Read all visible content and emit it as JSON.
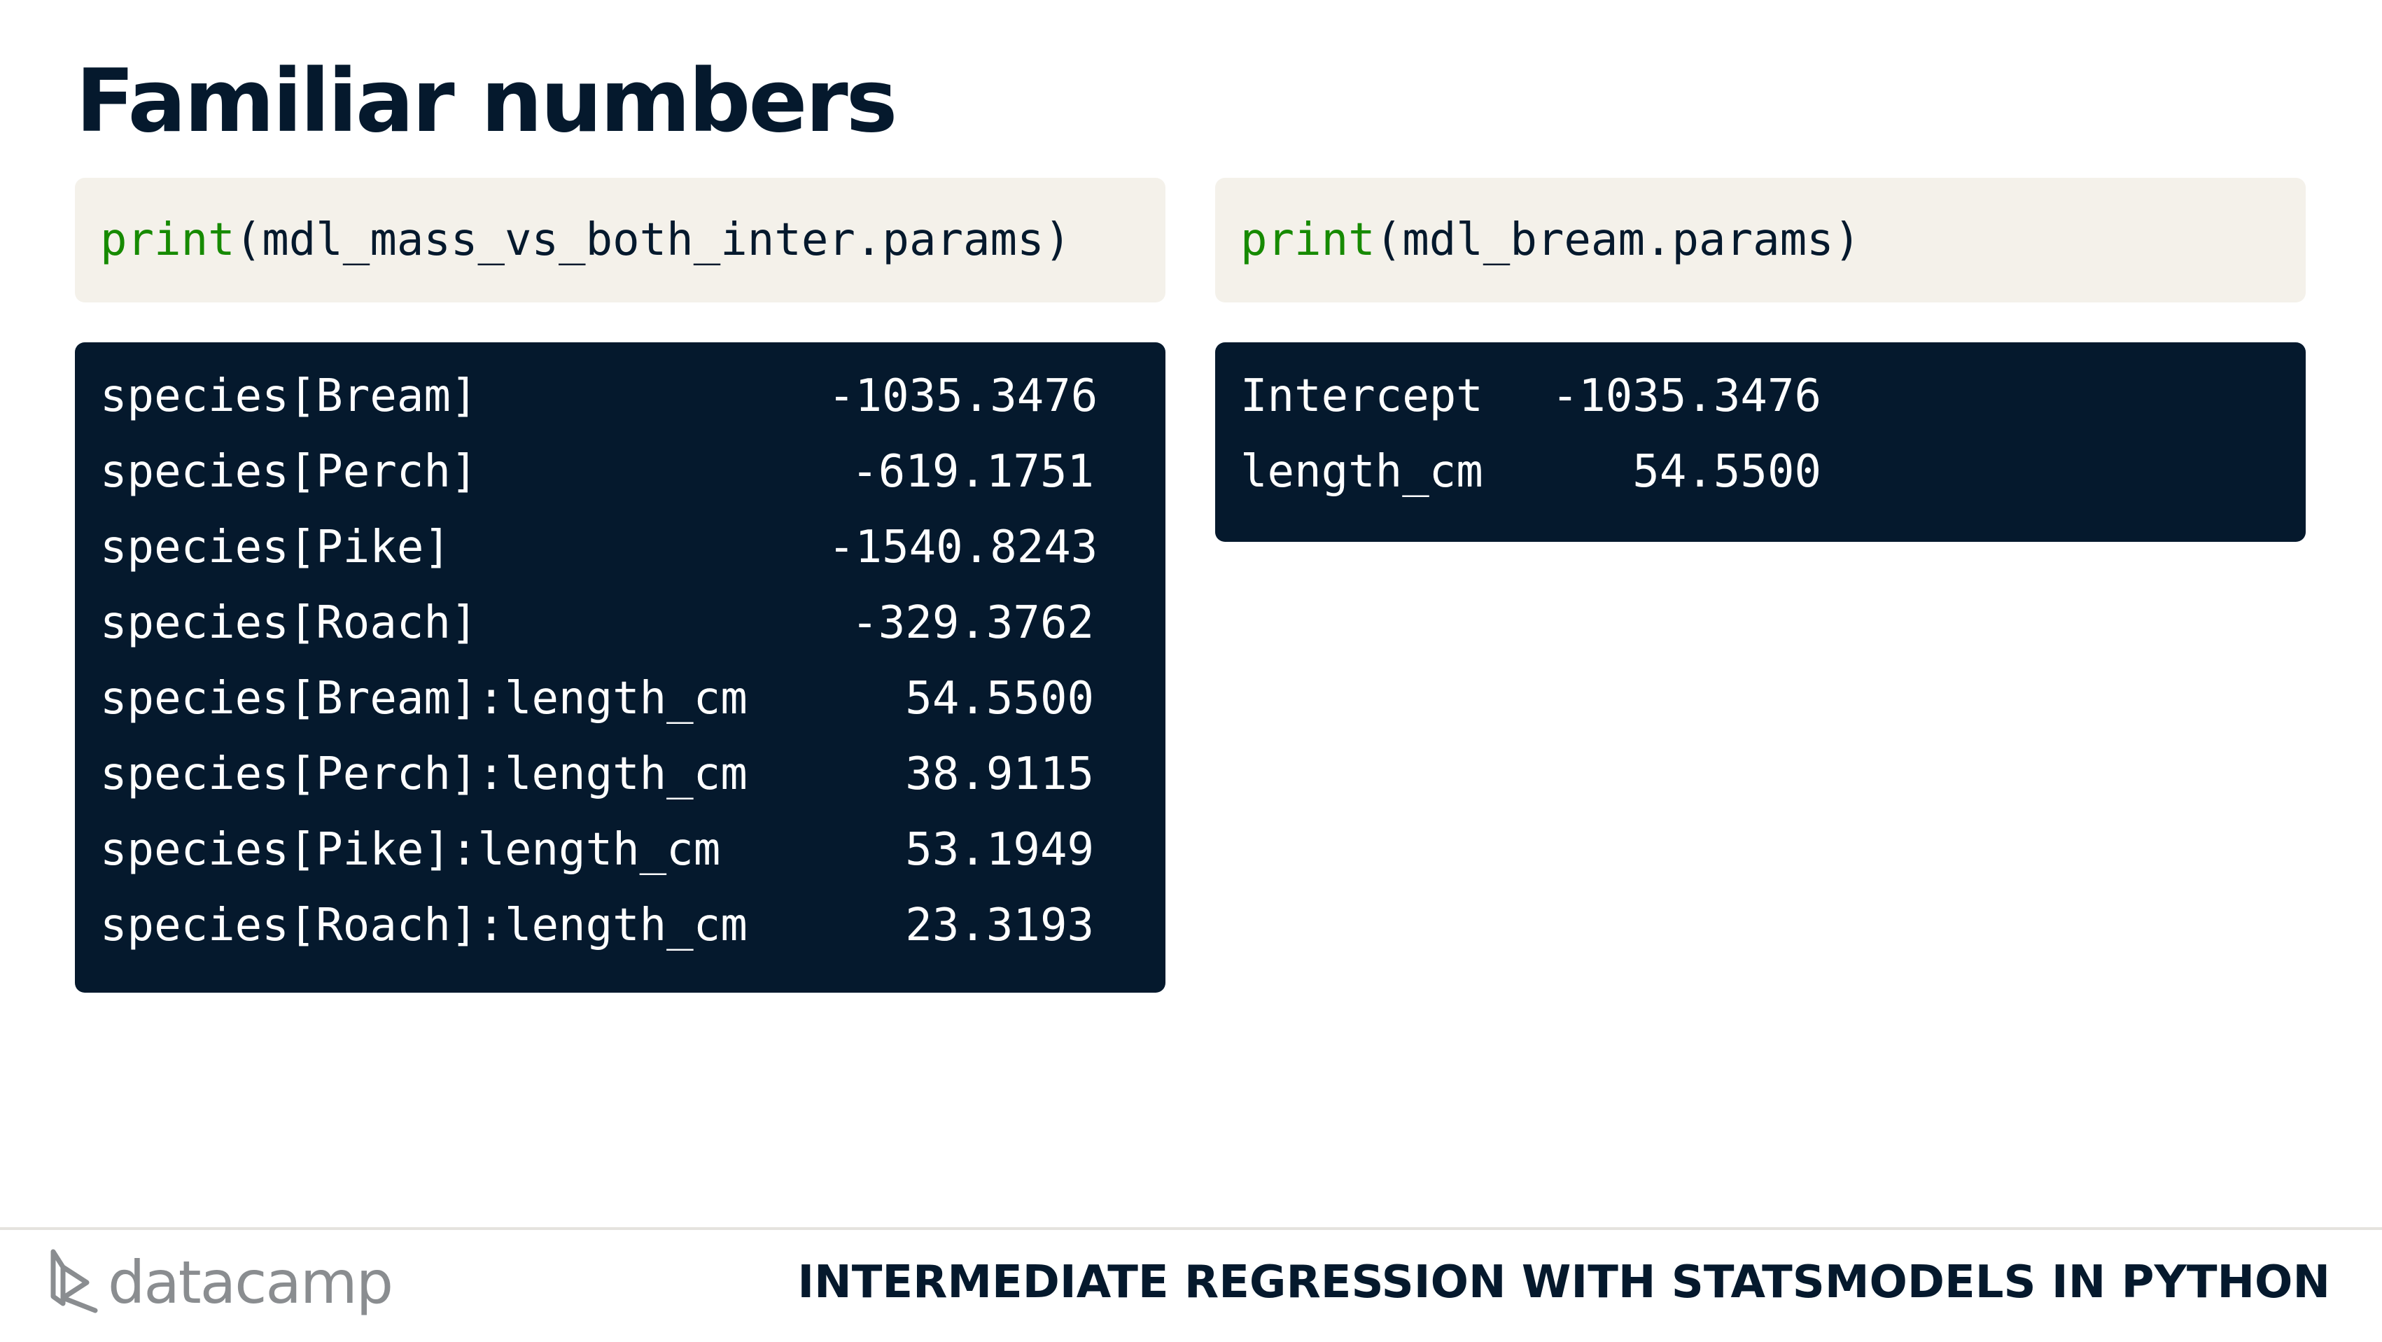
{
  "slide": {
    "title": "Familiar numbers"
  },
  "code_left": {
    "func": "print",
    "args": "(mdl_mass_vs_both_inter.params)"
  },
  "code_right": {
    "func": "print",
    "args": "(mdl_bream.params)"
  },
  "output_left": {
    "rows": [
      {
        "name": "species[Bream]",
        "value": "-1035.3476"
      },
      {
        "name": "species[Perch]",
        "value": "-619.1751"
      },
      {
        "name": "species[Pike]",
        "value": "-1540.8243"
      },
      {
        "name": "species[Roach]",
        "value": "-329.3762"
      },
      {
        "name": "species[Bream]:length_cm",
        "value": "54.5500"
      },
      {
        "name": "species[Perch]:length_cm",
        "value": "38.9115"
      },
      {
        "name": "species[Pike]:length_cm",
        "value": "53.1949"
      },
      {
        "name": "species[Roach]:length_cm",
        "value": "23.3193"
      }
    ]
  },
  "output_right": {
    "rows": [
      {
        "name": "Intercept",
        "value": "-1035.3476"
      },
      {
        "name": "length_cm",
        "value": "54.5500"
      }
    ]
  },
  "footer": {
    "logo_text": "datacamp",
    "logo_icon": "datacamp-logo-icon",
    "course_title": "INTERMEDIATE REGRESSION WITH STATSMODELS IN PYTHON"
  },
  "colors": {
    "navy": "#05192d",
    "code_bg": "#f4f1ea",
    "keyword_green": "#168a00",
    "logo_gray": "#8a8d90"
  }
}
